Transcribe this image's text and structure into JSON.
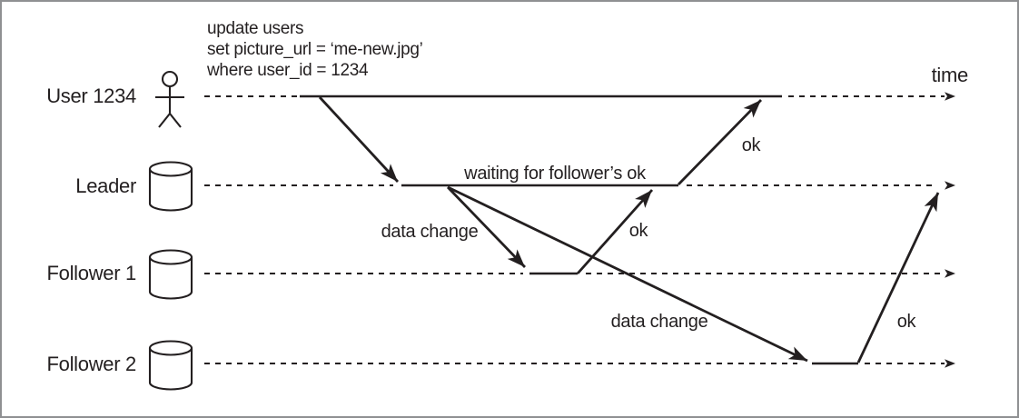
{
  "colors": {
    "ink": "#231f20",
    "border": "#8f9092",
    "background": "#ffffff"
  },
  "time_axis_label": "time",
  "query_annotation": {
    "lines": [
      "update users",
      "set picture_url = ‘me-new.jpg’",
      "where user_id = 1234"
    ]
  },
  "state_annotation": "waiting for follower’s ok",
  "actors": [
    {
      "name": "User 1234",
      "icon": "person-icon"
    },
    {
      "name": "Leader",
      "icon": "database-cylinder-icon"
    },
    {
      "name": "Follower 1",
      "icon": "database-cylinder-icon"
    },
    {
      "name": "Follower 2",
      "icon": "database-cylinder-icon"
    }
  ],
  "messages": [
    {
      "from": "User 1234",
      "to": "Leader",
      "label": ""
    },
    {
      "from": "Leader",
      "to": "Follower 1",
      "label": "data change"
    },
    {
      "from": "Follower 1",
      "to": "Leader",
      "label": "ok"
    },
    {
      "from": "Leader",
      "to": "User 1234",
      "label": "ok"
    },
    {
      "from": "Leader",
      "to": "Follower 2",
      "label": "data change"
    },
    {
      "from": "Follower 2",
      "to": "Leader",
      "label": "ok"
    }
  ]
}
